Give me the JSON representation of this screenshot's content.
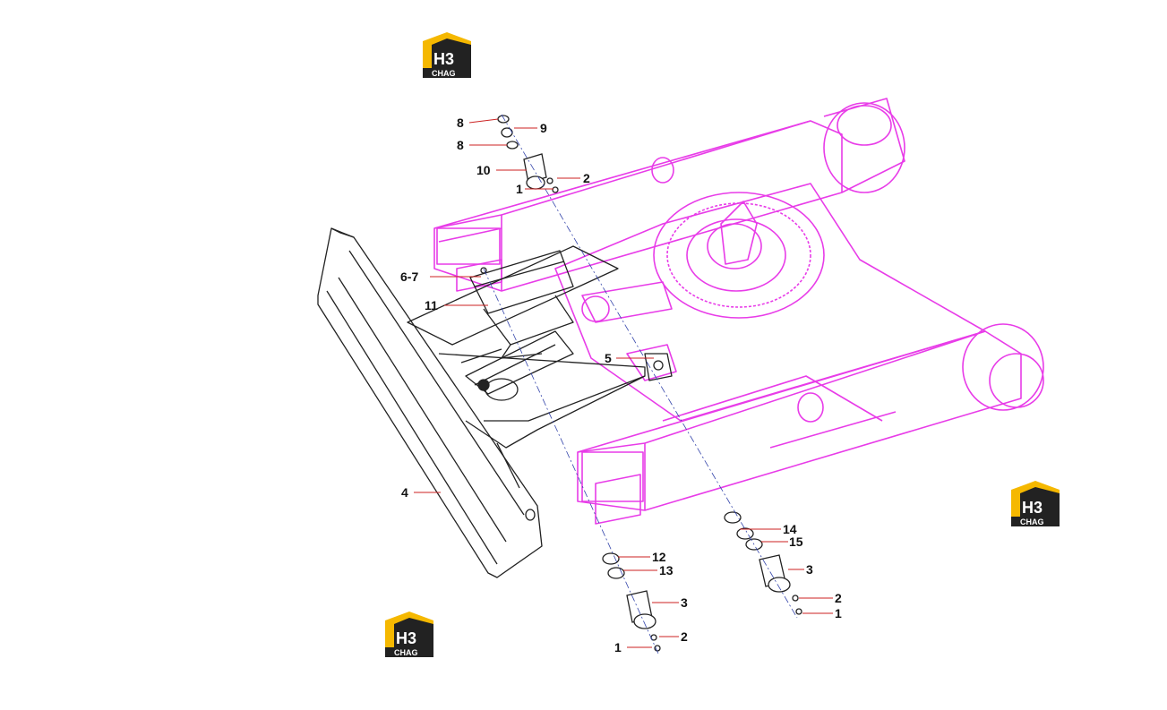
{
  "logo": {
    "mark": "H3",
    "word": "CHAG"
  },
  "colors": {
    "frame": "#e83ce8",
    "parts": "#222222",
    "logo_yellow": "#f5b800",
    "logo_dark": "#222222"
  },
  "callouts": [
    "8",
    "9",
    "8",
    "10",
    "2",
    "1",
    "6-7",
    "11",
    "5",
    "4",
    "14",
    "15",
    "3",
    "2",
    "1",
    "12",
    "13",
    "3",
    "2",
    "1"
  ]
}
